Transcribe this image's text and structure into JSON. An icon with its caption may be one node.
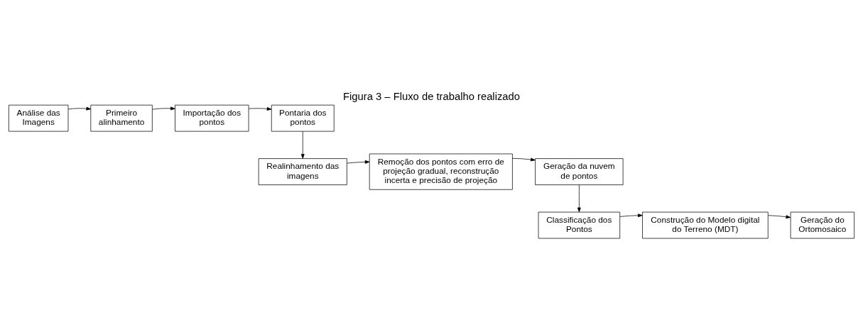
{
  "diagram": {
    "title": "Figura 3 – Fluxo de trabalho realizado",
    "nodes": [
      {
        "text": [
          "Análise das Imagens"
        ]
      },
      {
        "text": [
          "Primeiro alinhamento"
        ]
      },
      {
        "text": [
          "Importação dos pontos"
        ]
      },
      {
        "text": [
          "Pontaria dos pontos"
        ]
      },
      {
        "text": [
          "Realinhamento das imagens"
        ]
      },
      {
        "text": [
          "Remoção dos pontos com erro de projeção gradual, reconstrução incerta e precisão de projeção"
        ]
      },
      {
        "text": [
          "Geração da nuvem de pontos"
        ]
      },
      {
        "text": [
          "Classificação dos Pontos"
        ]
      },
      {
        "text": [
          "Construção do Modelo digital do Terreno (MDT)"
        ]
      },
      {
        "text": [
          "Geração do Ortomosaico"
        ]
      }
    ],
    "edges": [
      {
        "from": 0,
        "to": 1,
        "arrow": "to"
      },
      {
        "from": 1,
        "to": 2,
        "arrow": "to"
      },
      {
        "from": 2,
        "to": 3,
        "arrow": "to"
      },
      {
        "from": 3,
        "to": 4,
        "arrow": "to"
      },
      {
        "from": 4,
        "to": 5,
        "arrow": "to"
      },
      {
        "from": 5,
        "to": 6,
        "arrow": "to"
      },
      {
        "from": 6,
        "to": 7,
        "arrow": "to"
      },
      {
        "from": 7,
        "to": 8,
        "arrow": "to"
      },
      {
        "from": 8,
        "to": 9,
        "arrow": "to"
      }
    ]
  }
}
